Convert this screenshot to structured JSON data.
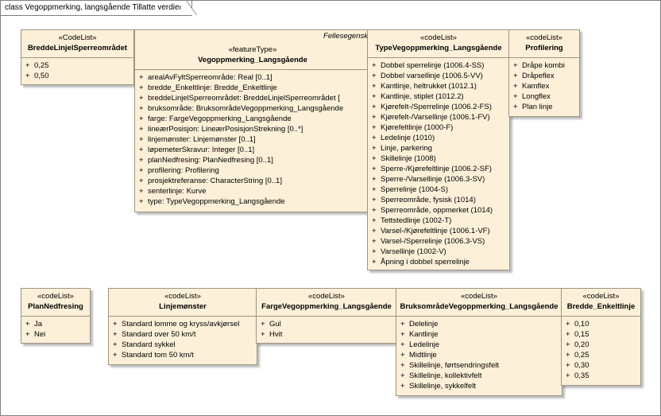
{
  "frame": {
    "title": "class Vegoppmerking, langsgående Tillatte verdier"
  },
  "classes": {
    "bredde_linjel": {
      "stereotype": "«CodeList»",
      "name": "BreddeLinjelSperreområdet",
      "items": [
        "0,25",
        "0,50"
      ]
    },
    "vegoppmerking": {
      "package": "Fellesegensk",
      "stereotype": "«featureType»",
      "name": "Vegoppmerking_Langsgående",
      "items": [
        "arealAvFyltSperreområde: Real [0..1]",
        "bredde_Enkeltlinje: Bredde_Enkeltlinje",
        "breddeLinjelSperreområdet: BreddeLinjelSperreområdet [",
        "bruksområde: BruksområdeVegoppmerking_Langsgående",
        "farge: FargeVegoppmerking_Langsgående",
        "lineærPosisjon: LineærPosisjonStrekning [0..*]",
        "linjemønster: Linjemønster [0..1]",
        "løpemeterSkravur: Integer [0..1]",
        "planNedfresing: PlanNedfresing [0..1]",
        "profilering: Profilering",
        "prosjektreferanse: CharacterString [0..1]",
        "senterlinje: Kurve",
        "type: TypeVegoppmerking_Langsgående"
      ]
    },
    "type_vegopp": {
      "stereotype": "«codeList»",
      "name": "TypeVegoppmerking_Langsgående",
      "items": [
        "Dobbel sperrelinje (1006.4-SS)",
        "Dobbel varsellinje (1006.5-VV)",
        "Kantlinje, heltrukket (1012.1)",
        "Kantlinje, stiplet (1012.2)",
        "Kjørefelt-/Sperrelinje (1006.2-FS)",
        "Kjørefelt-/Varsellinje (1006.1-FV)",
        "Kjørefeltlinje (1000-F)",
        "Ledelinje (1010)",
        "Linje, parkering",
        "Skillelinje (1008)",
        "Sperre-/Kjørefeltlinje (1006.2-SF)",
        "Sperre-/Varsellinje (1006.3-SV)",
        "Sperrelinje (1004-S)",
        "Sperreområde, fysisk (1014)",
        "Sperreområde, oppmerket (1014)",
        "Tettstedlinje (1002-T)",
        "Varsel-/Kjørefeltlinje (1006.1-VF)",
        "Varsel-/Sperrelinje (1006.3-VS)",
        "Varsellinje (1002-V)",
        "Åpning i dobbel sperrelinje"
      ]
    },
    "profilering": {
      "stereotype": "«codeList»",
      "name": "Profilering",
      "items": [
        "Dråpe kombi",
        "Dråpeflex",
        "Kamflex",
        "Longflex",
        "Plan linje"
      ]
    },
    "plan_nedfresing": {
      "stereotype": "«codeList»",
      "name": "PlanNedfresing",
      "items": [
        "Ja",
        "Nei"
      ]
    },
    "linjemonster": {
      "stereotype": "«codeList»",
      "name": "Linjemønster",
      "items": [
        "Standard lomme og kryss/avkjørsel",
        "Standard over 50 km/t",
        "Standard sykkel",
        "Standard tom 50 km/t"
      ]
    },
    "farge": {
      "stereotype": "«codeList»",
      "name": "FargeVegoppmerking_Langsgående",
      "items": [
        "Gul",
        "Hvit"
      ]
    },
    "bruksomrade": {
      "stereotype": "«codeList»",
      "name": "BruksområdeVegoppmerking_Langsgående",
      "items": [
        "Delelinje",
        "Kantlinje",
        "Ledelinje",
        "Midtlinje",
        "Skillelinje, førtsendringsfelt",
        "Skillelinje, kollektivfelt",
        "Skillelinje, sykkelfelt"
      ]
    },
    "bredde_enkelt": {
      "stereotype": "«codeList»",
      "name": "Bredde_Enkeltlinje",
      "items": [
        "0,10",
        "0,15",
        "0,20",
        "0,25",
        "0,30",
        "0,35"
      ]
    }
  },
  "visibility_symbol": "+"
}
